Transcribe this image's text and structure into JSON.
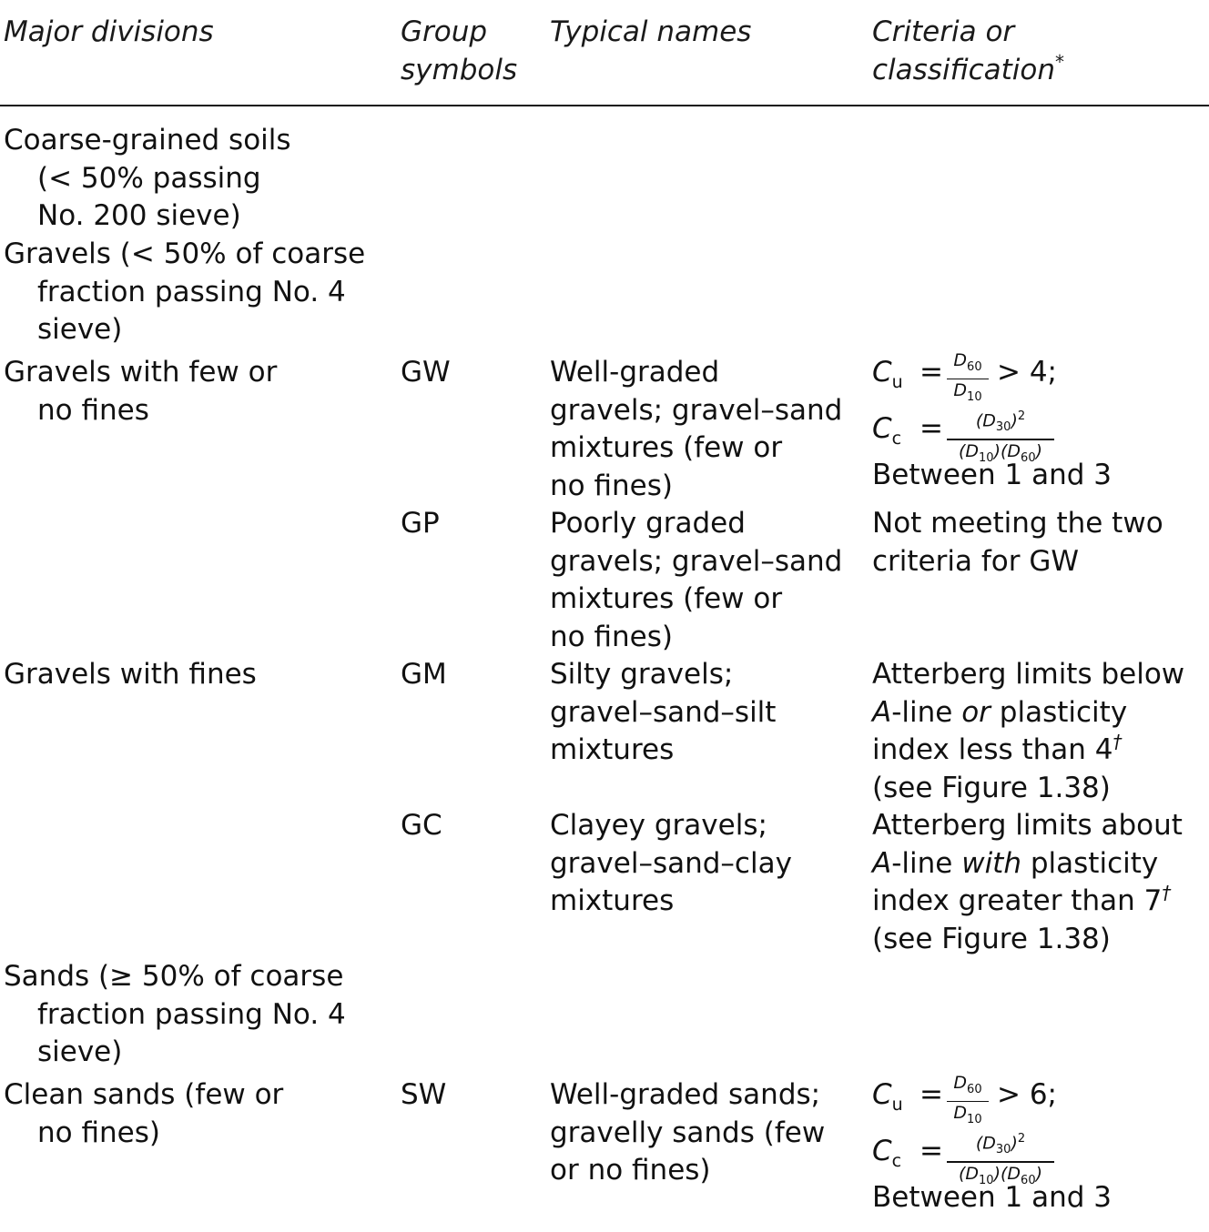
{
  "headers": {
    "major_divisions": "Major divisions",
    "group_symbols": [
      "Group",
      "symbols"
    ],
    "typical_names": "Typical names",
    "criteria": "Criteria or classification",
    "criteria_note_mark": "*"
  },
  "rows": {
    "coarse": [
      "Coarse-grained soils",
      "(< 50% passing",
      "No. 200 sieve)"
    ],
    "gravels": [
      "Gravels (< 50% of coarse",
      "fraction passing No. 4",
      "sieve)"
    ],
    "gravels_few_fines": [
      "Gravels with few or",
      "no fines"
    ],
    "gw": {
      "symbol": "GW",
      "names": [
        "Well-graded",
        "gravels; gravel–sand",
        "mixtures (few or",
        "no fines)"
      ],
      "cu_value": "> 4;",
      "between": "Between 1 and 3"
    },
    "gp": {
      "symbol": "GP",
      "names": [
        "Poorly graded",
        "gravels; gravel–sand",
        "mixtures (few or",
        "no fines)"
      ],
      "criteria": [
        "Not meeting the two",
        "criteria for GW"
      ]
    },
    "gravels_with_fines": "Gravels with fines",
    "gm": {
      "symbol": "GM",
      "names": [
        "Silty gravels;",
        "gravel–sand–silt",
        "mixtures"
      ],
      "criteria": {
        "line1": "Atterberg limits below",
        "a_line": "A",
        "dash_line": "-line",
        "or_word": "or",
        "plasticity": "plasticity",
        "line3": "index less than 4",
        "dagger": "†",
        "line4": "(see Figure 1.38)"
      }
    },
    "gc": {
      "symbol": "GC",
      "names": [
        "Clayey gravels;",
        "gravel–sand–clay",
        "mixtures"
      ],
      "criteria": {
        "line1": "Atterberg limits about",
        "a_line": "A",
        "dash_line": "-line",
        "with_word": "with",
        "plasticity": "plasticity",
        "line3": "index greater than 7",
        "dagger": "†",
        "line4": "(see Figure 1.38)"
      }
    },
    "sands": [
      "Sands (≥ 50% of coarse",
      "fraction passing No. 4",
      "sieve)"
    ],
    "clean_sands": [
      "Clean sands (few or",
      "no fines)"
    ],
    "sw": {
      "symbol": "SW",
      "names": [
        "Well-graded sands;",
        "gravelly sands (few",
        "or no fines)"
      ],
      "cu_value": "> 6;",
      "between": "Between 1 and 3"
    }
  },
  "formula": {
    "cu_symbol": "C",
    "cu_sub": "u",
    "cc_symbol": "C",
    "cc_sub": "c",
    "equals": "=",
    "d_symbol": "D",
    "d60": "60",
    "d10": "10",
    "d30": "30",
    "square": "2"
  }
}
